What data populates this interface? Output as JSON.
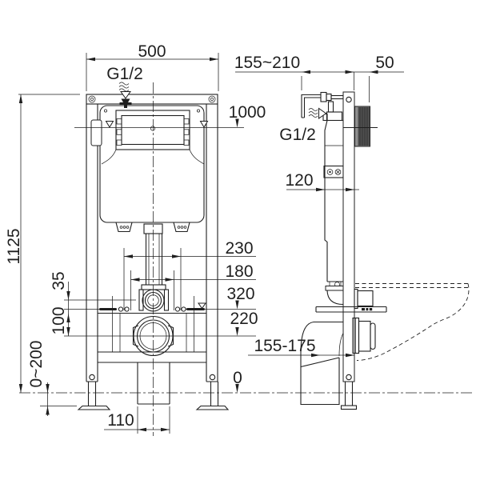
{
  "drawing_type": "concealed wc cistern frame installation drawing",
  "front_view": {
    "width": "500",
    "supply": "G1/2",
    "height": "1125",
    "plate_height": "1000",
    "fixing_outer": "230",
    "fixing_inner": "180",
    "inlet_height": "320",
    "outlet_height": "220",
    "bar_offset": "35",
    "outlet_offset": "100",
    "leg_adjust": "0~200",
    "floor_level": "0",
    "drain_width": "110"
  },
  "side_view": {
    "supply_offset": "155~210",
    "plate_depth": "50",
    "supply": "G1/2",
    "frame_depth": "120",
    "outlet_offset": "155-175"
  },
  "colors": {
    "line": "#1f1f1f",
    "plate_block_light": "#8f8f8f",
    "plate_block_dark": "#4f4f4f",
    "background": "#ffffff"
  }
}
